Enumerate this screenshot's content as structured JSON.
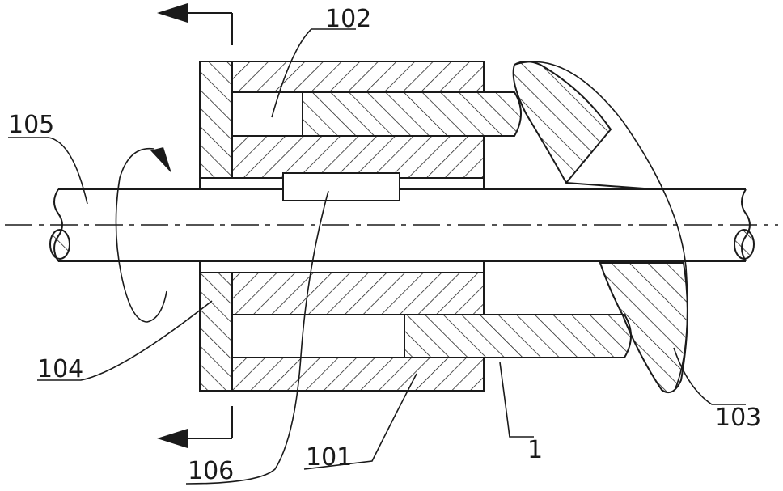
{
  "labels": {
    "l102": "102",
    "l105": "105",
    "l104": "104",
    "l106": "106",
    "l101": "101",
    "l1": "1",
    "l103": "103"
  }
}
